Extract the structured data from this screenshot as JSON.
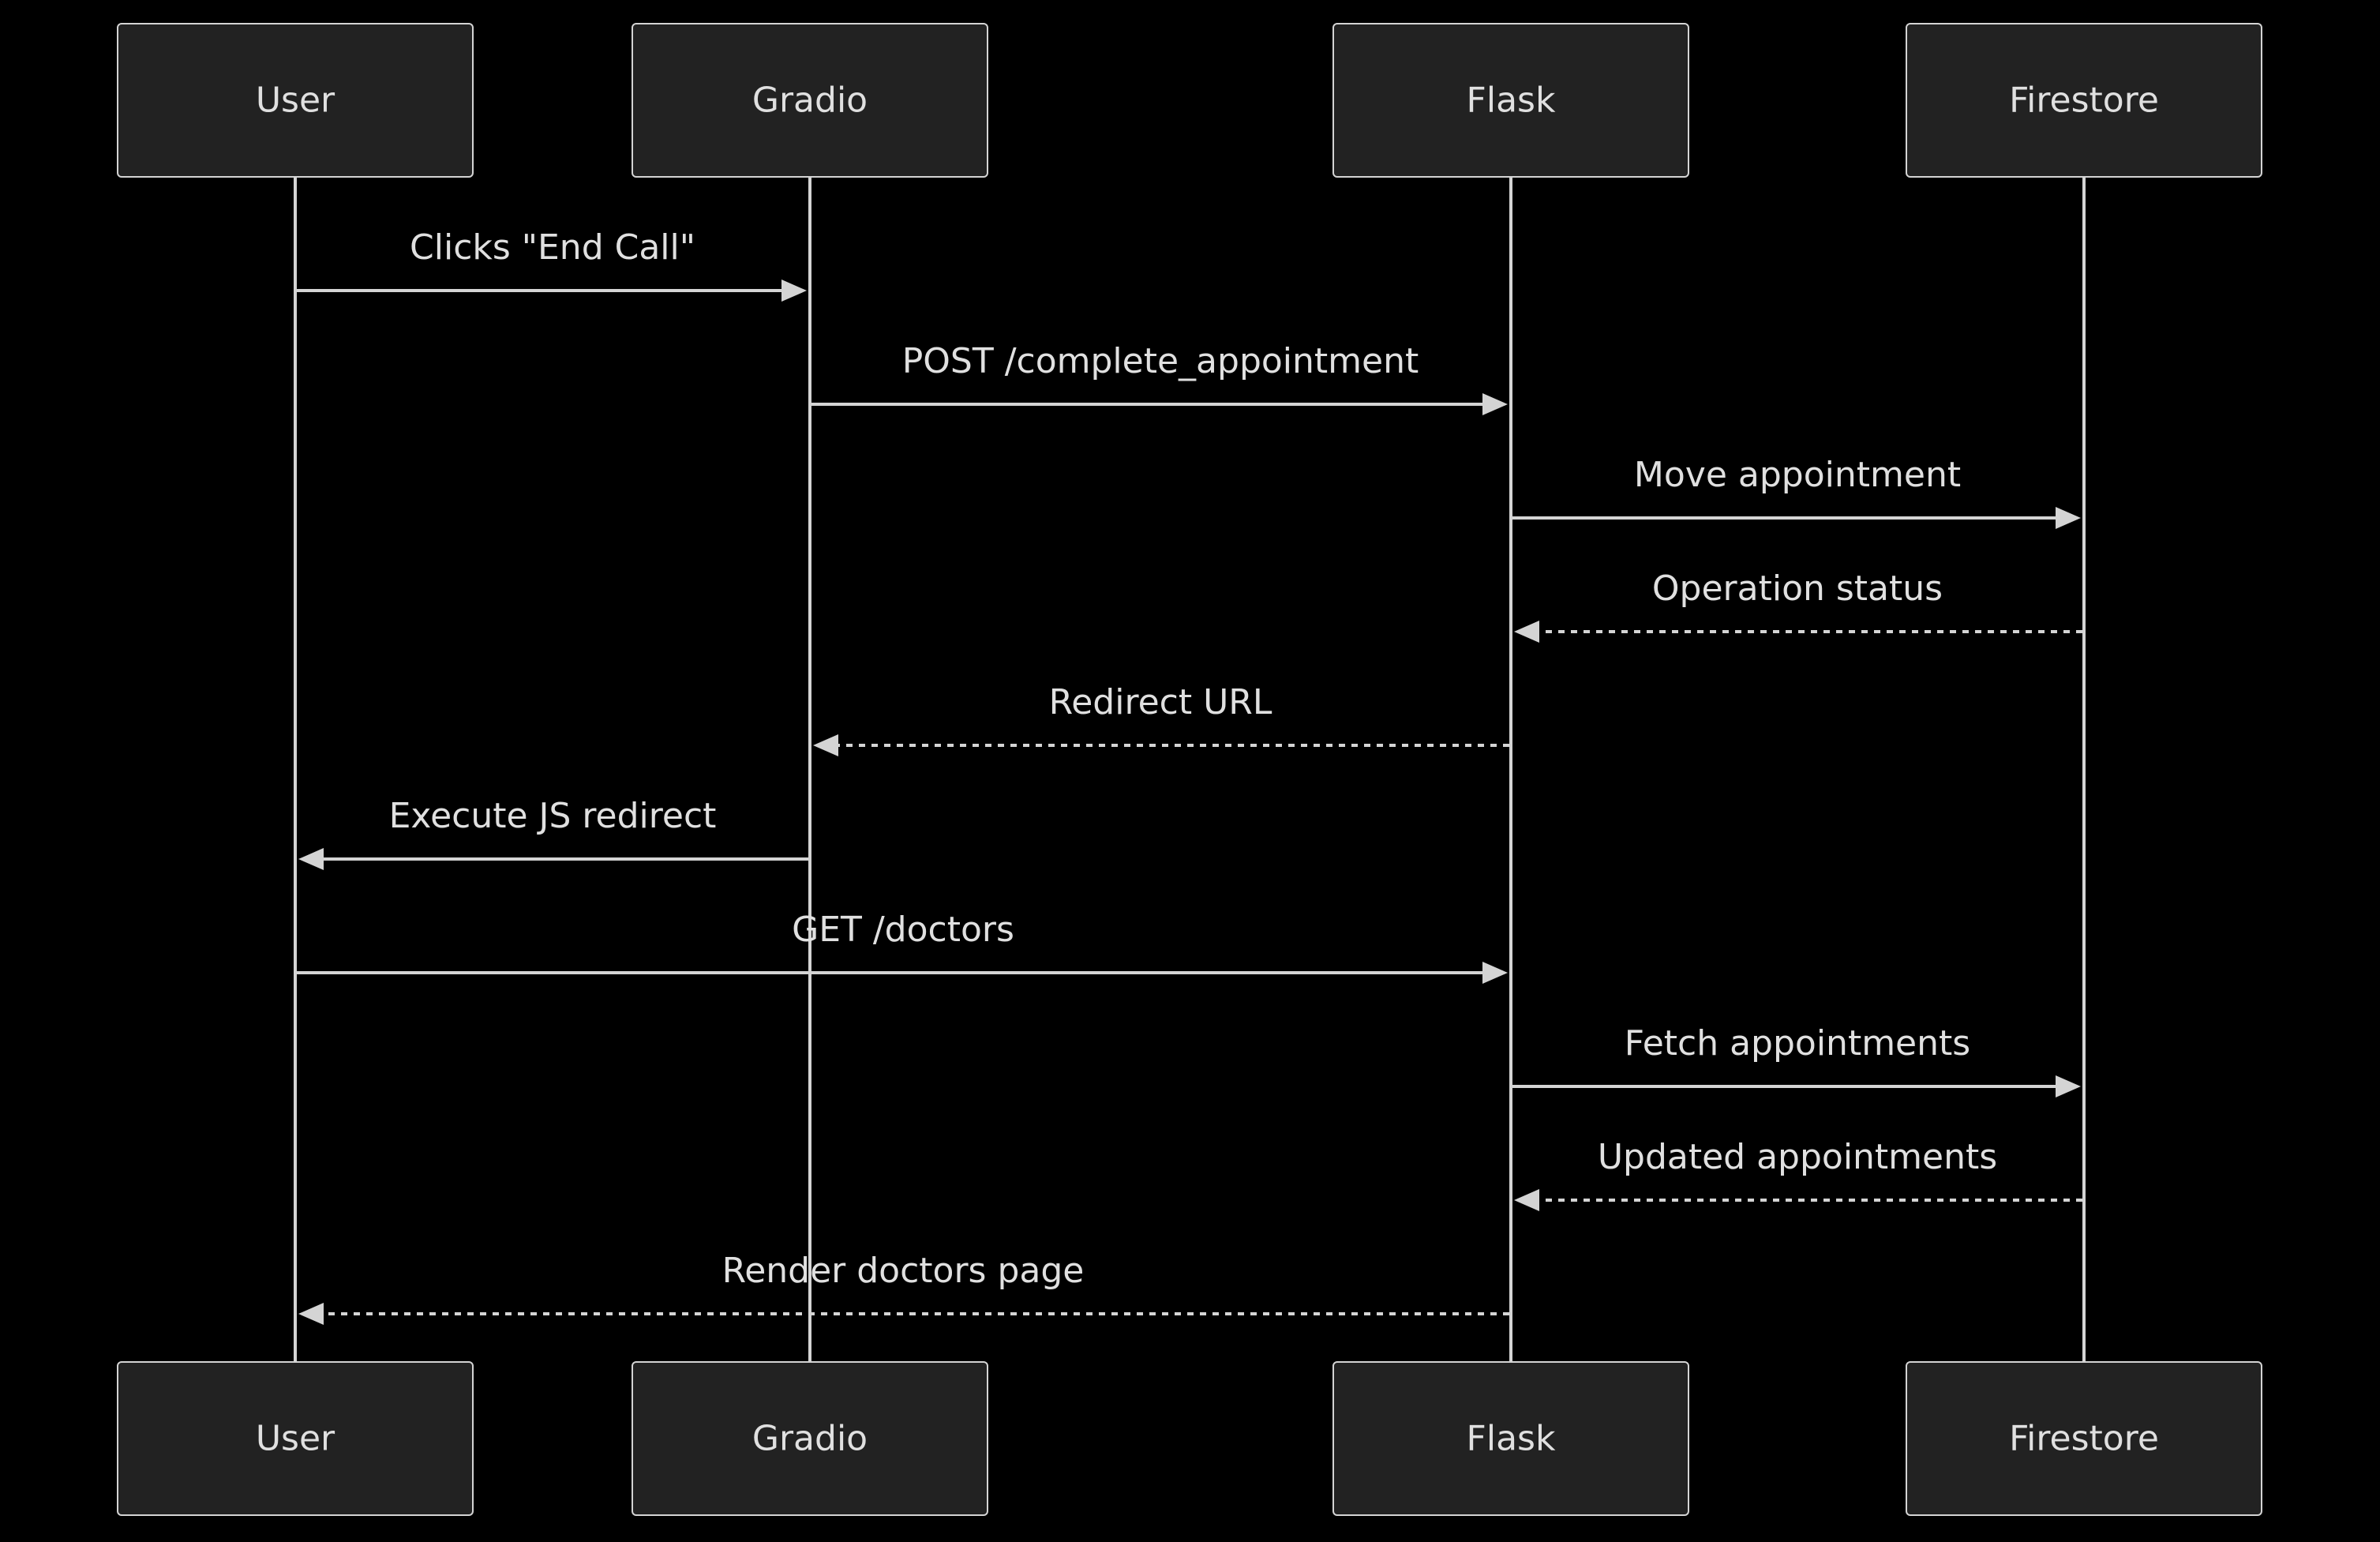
{
  "diagram": {
    "type": "sequence",
    "participants": [
      {
        "id": "user",
        "label": "User"
      },
      {
        "id": "gradio",
        "label": "Gradio"
      },
      {
        "id": "flask",
        "label": "Flask"
      },
      {
        "id": "firestore",
        "label": "Firestore"
      }
    ],
    "messages": [
      {
        "from": "user",
        "to": "gradio",
        "label": "Clicks \"End Call\"",
        "style": "solid"
      },
      {
        "from": "gradio",
        "to": "flask",
        "label": "POST /complete_appointment",
        "style": "solid"
      },
      {
        "from": "flask",
        "to": "firestore",
        "label": "Move appointment",
        "style": "solid"
      },
      {
        "from": "firestore",
        "to": "flask",
        "label": "Operation status",
        "style": "dashed"
      },
      {
        "from": "flask",
        "to": "gradio",
        "label": "Redirect URL",
        "style": "dashed"
      },
      {
        "from": "gradio",
        "to": "user",
        "label": "Execute JS redirect",
        "style": "solid"
      },
      {
        "from": "user",
        "to": "flask",
        "label": "GET /doctors",
        "style": "solid"
      },
      {
        "from": "flask",
        "to": "firestore",
        "label": "Fetch appointments",
        "style": "solid"
      },
      {
        "from": "firestore",
        "to": "flask",
        "label": "Updated appointments",
        "style": "dashed"
      },
      {
        "from": "flask",
        "to": "user",
        "label": "Render doctors page",
        "style": "dashed"
      }
    ],
    "colors": {
      "background": "#000000",
      "actor_fill": "#222222",
      "line": "#d4d4d4",
      "text": "#e0e0e0"
    }
  }
}
